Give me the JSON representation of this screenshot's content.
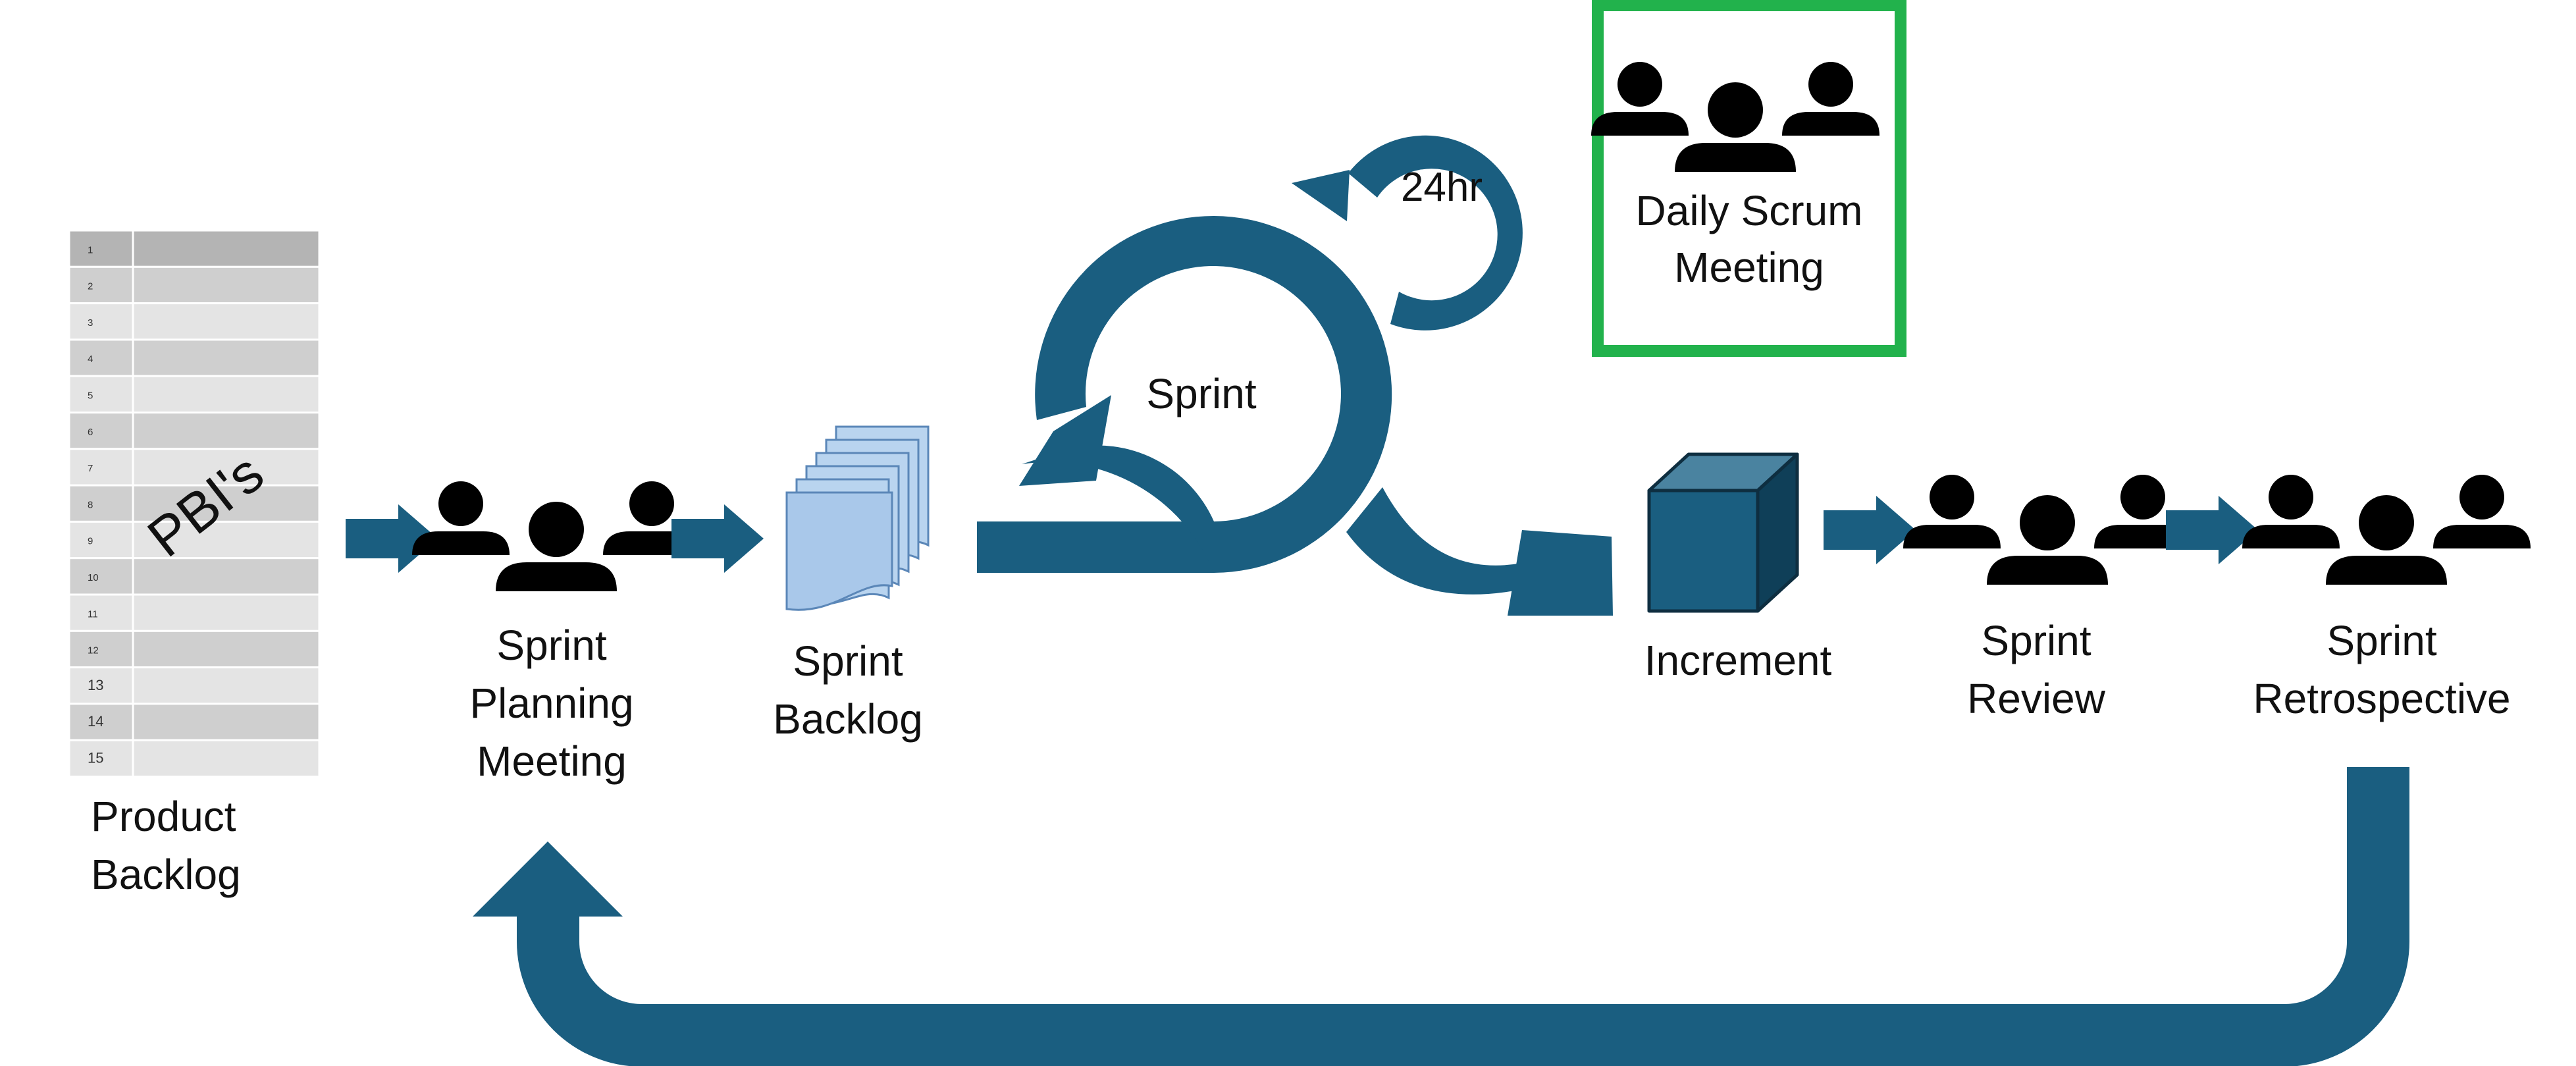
{
  "colors": {
    "flow_arrow": "#1a5e80",
    "cube_front": "#1a5e80",
    "cube_top": "#4a83a0",
    "cube_side": "#0f3f58",
    "highlight_box": "#22b24c",
    "people_icon": "#000000",
    "table_header": "#b4b4b4",
    "table_row_dark": "#cfcfcf",
    "table_row_light": "#e4e4e4",
    "document_fill": "#b9d4ef",
    "document_stroke": "#5b87b8"
  },
  "product_backlog": {
    "row_numbers": [
      "1",
      "2",
      "3",
      "4",
      "5",
      "6",
      "7",
      "8",
      "9",
      "10",
      "11",
      "12",
      "13",
      "14",
      "15"
    ],
    "overlay_text": "PBI's",
    "label_line1": "Product",
    "label_line2": "Backlog"
  },
  "sprint_planning": {
    "icon": "people-group-icon",
    "line1": "Sprint",
    "line2": "Planning",
    "line3": "Meeting"
  },
  "sprint_backlog": {
    "icon": "document-stack-icon",
    "line1": "Sprint",
    "line2": "Backlog"
  },
  "sprint_cycle": {
    "label": "Sprint"
  },
  "daily_cycle": {
    "label": "24hr"
  },
  "daily_scrum": {
    "icon": "people-group-icon",
    "line1": "Daily Scrum",
    "line2": "Meeting"
  },
  "increment": {
    "icon": "cube-icon",
    "label": "Increment"
  },
  "sprint_review": {
    "icon": "people-group-icon",
    "line1": "Sprint",
    "line2": "Review"
  },
  "sprint_retrospective": {
    "icon": "people-group-icon",
    "line1": "Sprint",
    "line2": "Retrospective"
  }
}
